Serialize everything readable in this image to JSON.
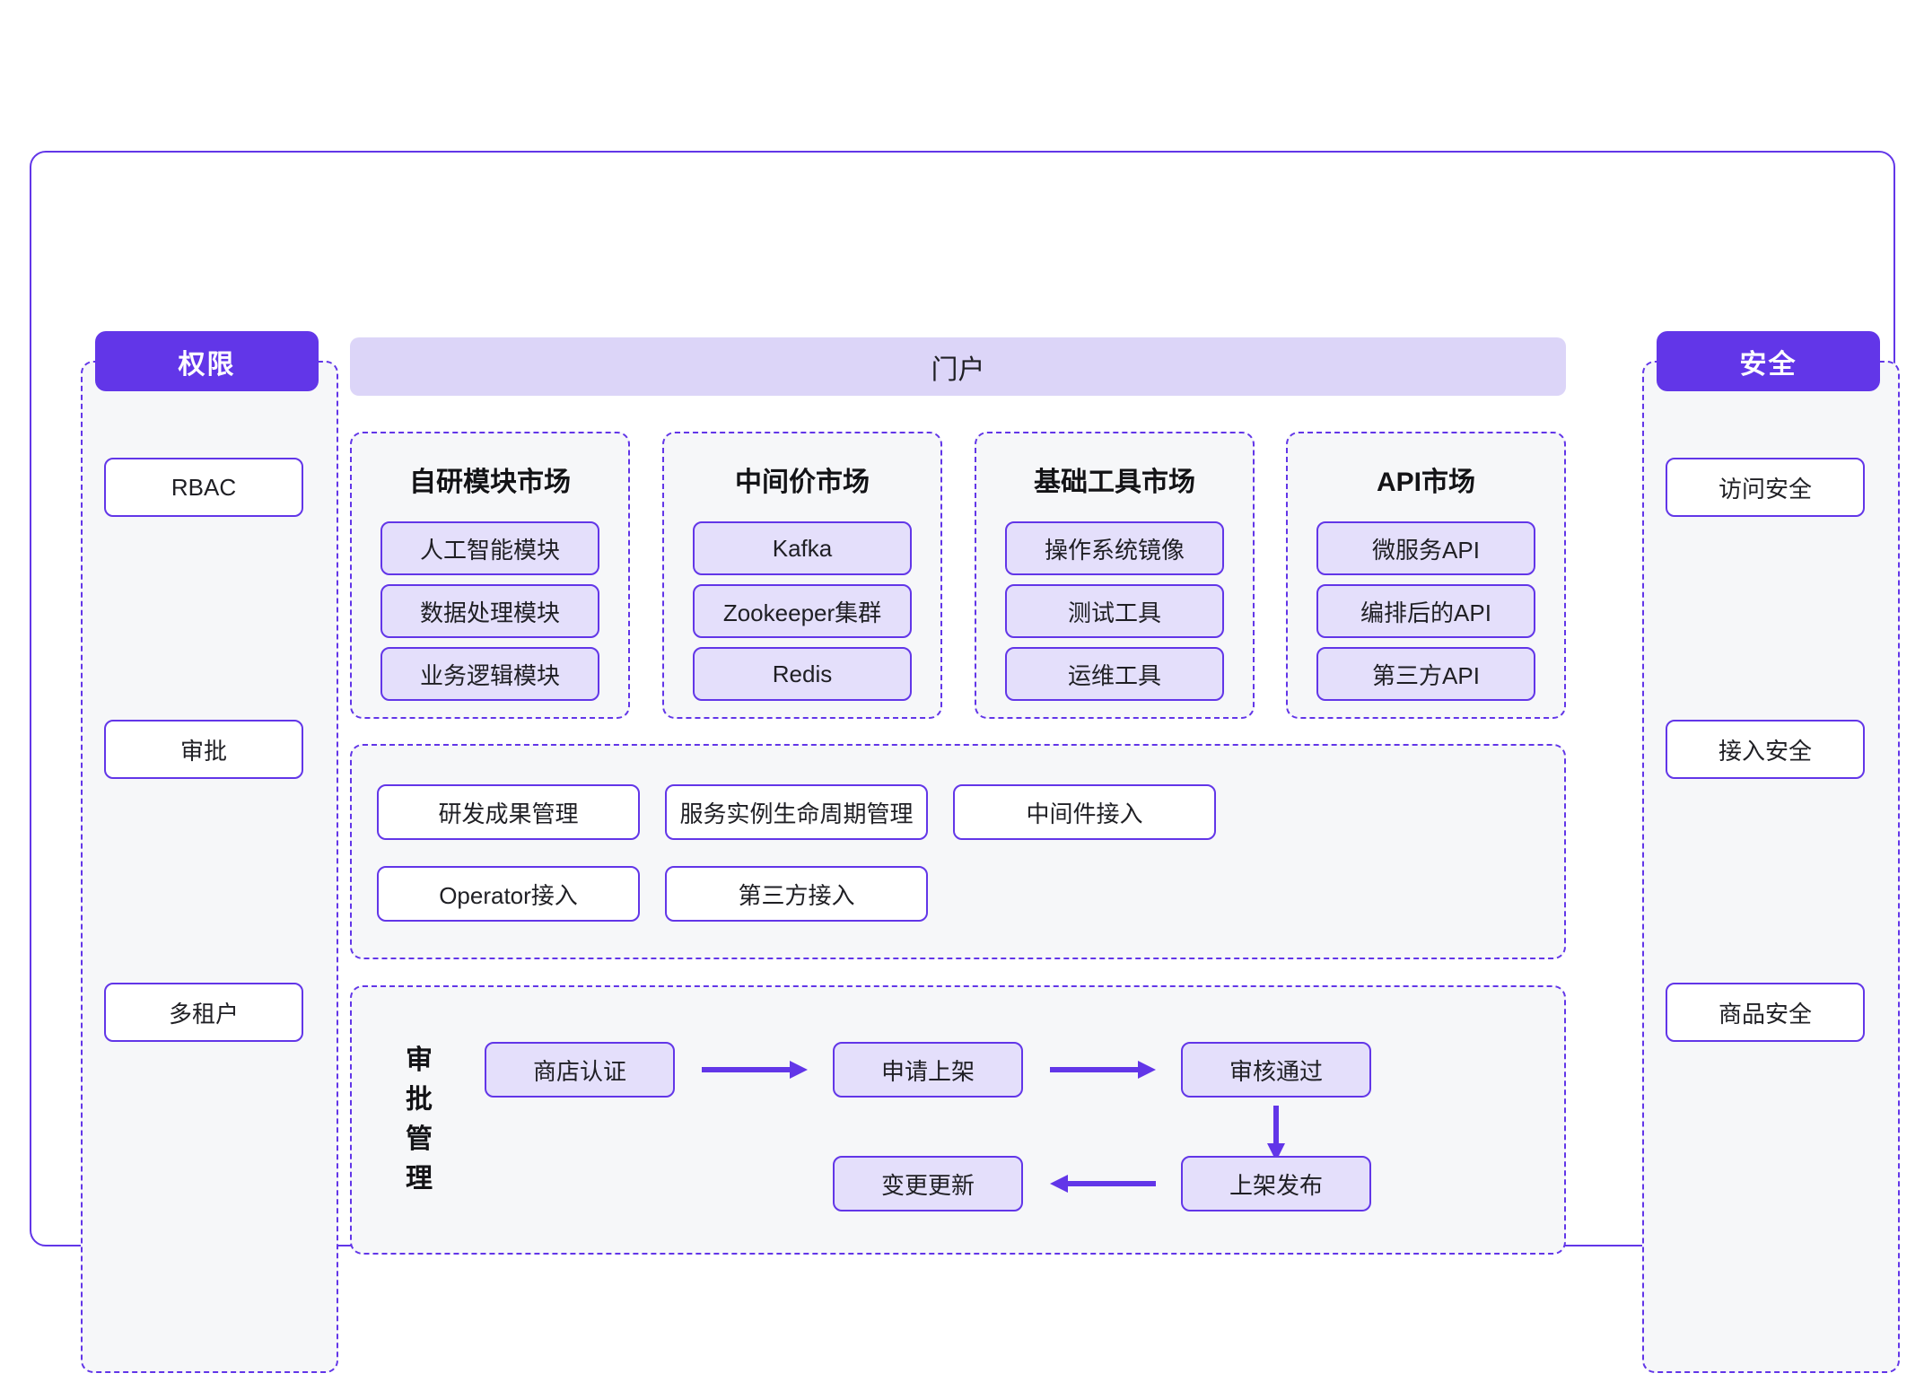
{
  "portal": {
    "title": "门户"
  },
  "permission_panel": {
    "header": "权限",
    "items": [
      {
        "label": "RBAC"
      },
      {
        "label": "审批"
      },
      {
        "label": "多租户"
      }
    ]
  },
  "security_panel": {
    "header": "安全",
    "items": [
      {
        "label": "访问安全"
      },
      {
        "label": "接入安全"
      },
      {
        "label": "商品安全"
      }
    ]
  },
  "markets": [
    {
      "title": "自研模块市场",
      "items": [
        "人工智能模块",
        "数据处理模块",
        "业务逻辑模块"
      ]
    },
    {
      "title": "中间价市场",
      "items": [
        "Kafka",
        "Zookeeper集群",
        "Redis"
      ]
    },
    {
      "title": "基础工具市场",
      "items": [
        "操作系统镜像",
        "测试工具",
        "运维工具"
      ]
    },
    {
      "title": "API市场",
      "items": [
        "微服务API",
        "编排后的API",
        "第三方API"
      ]
    }
  ],
  "management": {
    "row1": [
      "研发成果管理",
      "服务实例生命周期管理",
      "中间件接入"
    ],
    "row2": [
      "Operator接入",
      "第三方接入"
    ]
  },
  "approval": {
    "label": "审批管理",
    "nodes": {
      "shop_cert": "商店认证",
      "apply_listing": "申请上架",
      "review_passed": "审核通过",
      "publish": "上架发布",
      "change_update": "变更更新"
    }
  },
  "colors": {
    "accent": "#6236e8",
    "banner": "#dcd5f8",
    "item_fill": "#e4dffb",
    "panel_bg": "#f6f7f9"
  }
}
